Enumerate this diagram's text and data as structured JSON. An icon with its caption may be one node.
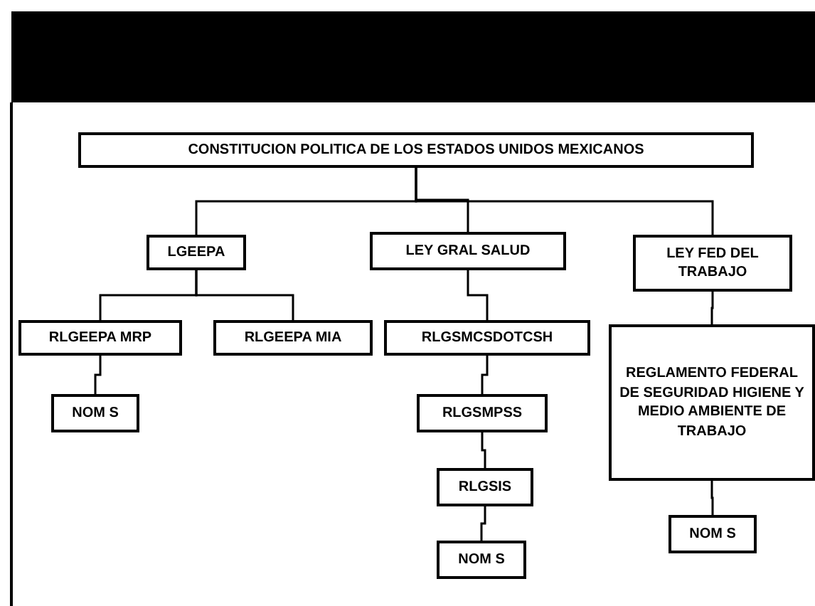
{
  "diagram": {
    "nodes": [
      {
        "text": [
          "CONSTITUCION POLITICA DE LOS ESTADOS UNIDOS MEXICANOS"
        ]
      },
      {
        "text": [
          "LGEEPA"
        ]
      },
      {
        "text": [
          "LEY GRAL SALUD"
        ]
      },
      {
        "text": [
          "LEY FED DEL TRABAJO"
        ]
      },
      {
        "text": [
          "RLGEEPA MRP"
        ]
      },
      {
        "text": [
          "RLGEEPA MIA"
        ]
      },
      {
        "text": [
          "RLGSMCSDOTCSH"
        ]
      },
      {
        "text": [
          "REGLAMENTO FEDERAL DE SEGURIDAD HIGIENE Y MEDIO AMBIENTE DE TRABAJO"
        ]
      },
      {
        "text": [
          "NOM S"
        ]
      },
      {
        "text": [
          "RLGSMPSS"
        ]
      },
      {
        "text": [
          "RLGSIS"
        ]
      },
      {
        "text": [
          "NOM S"
        ]
      },
      {
        "text": [
          "NOM S"
        ]
      }
    ],
    "edges": [
      {
        "from": 0,
        "to": 1,
        "arrow": "none"
      },
      {
        "from": 0,
        "to": 2,
        "arrow": "none"
      },
      {
        "from": 0,
        "to": 3,
        "arrow": "none"
      },
      {
        "from": 1,
        "to": 4,
        "arrow": "none"
      },
      {
        "from": 1,
        "to": 5,
        "arrow": "none"
      },
      {
        "from": 2,
        "to": 6,
        "arrow": "none"
      },
      {
        "from": 3,
        "to": 7,
        "arrow": "none"
      },
      {
        "from": 4,
        "to": 8,
        "arrow": "none"
      },
      {
        "from": 6,
        "to": 9,
        "arrow": "none"
      },
      {
        "from": 9,
        "to": 10,
        "arrow": "none"
      },
      {
        "from": 10,
        "to": 11,
        "arrow": "none"
      },
      {
        "from": 7,
        "to": 12,
        "arrow": "none"
      }
    ]
  }
}
